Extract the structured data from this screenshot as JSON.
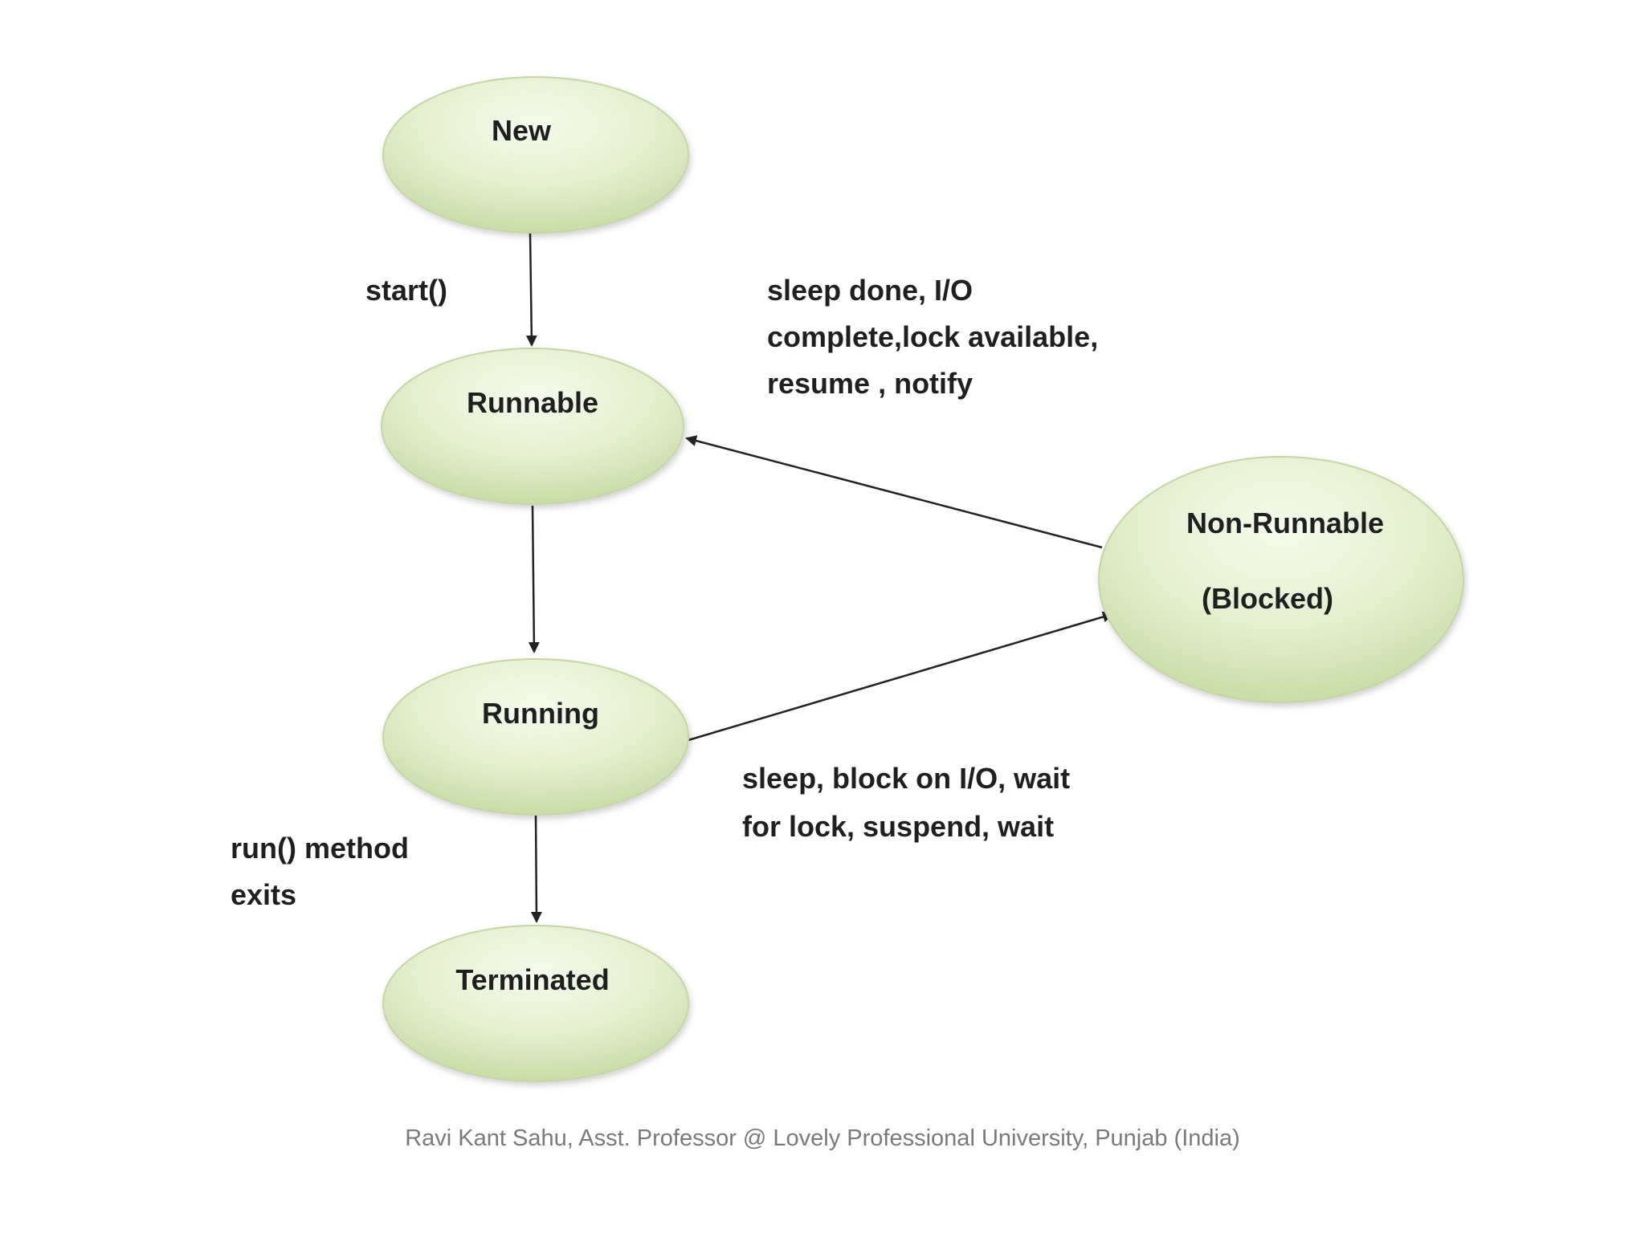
{
  "diagram": {
    "states": {
      "new": "New",
      "runnable": "Runnable",
      "running": "Running",
      "non_runnable_line1": "Non-Runnable",
      "non_runnable_line2": "(Blocked)",
      "terminated": "Terminated"
    },
    "edges": {
      "start": "start()",
      "wake_line1": "sleep done, I/O",
      "wake_line2": "complete,lock available,",
      "wake_line3": "resume , notify",
      "block_line1": "sleep, block on I/O, wait",
      "block_line2": "for lock, suspend,  wait",
      "exit_line1": "run() method",
      "exit_line2": "exits"
    }
  },
  "footer": {
    "credit": "Ravi Kant Sahu, Asst. Professor @ Lovely Professional University, Punjab (India)"
  },
  "colors": {
    "node_fill_light": "#f4f9e8",
    "node_fill_dark": "#c9dfa8",
    "node_stroke": "#c4d6a4",
    "arrow": "#222222",
    "footer_text": "#7a7a7a"
  }
}
